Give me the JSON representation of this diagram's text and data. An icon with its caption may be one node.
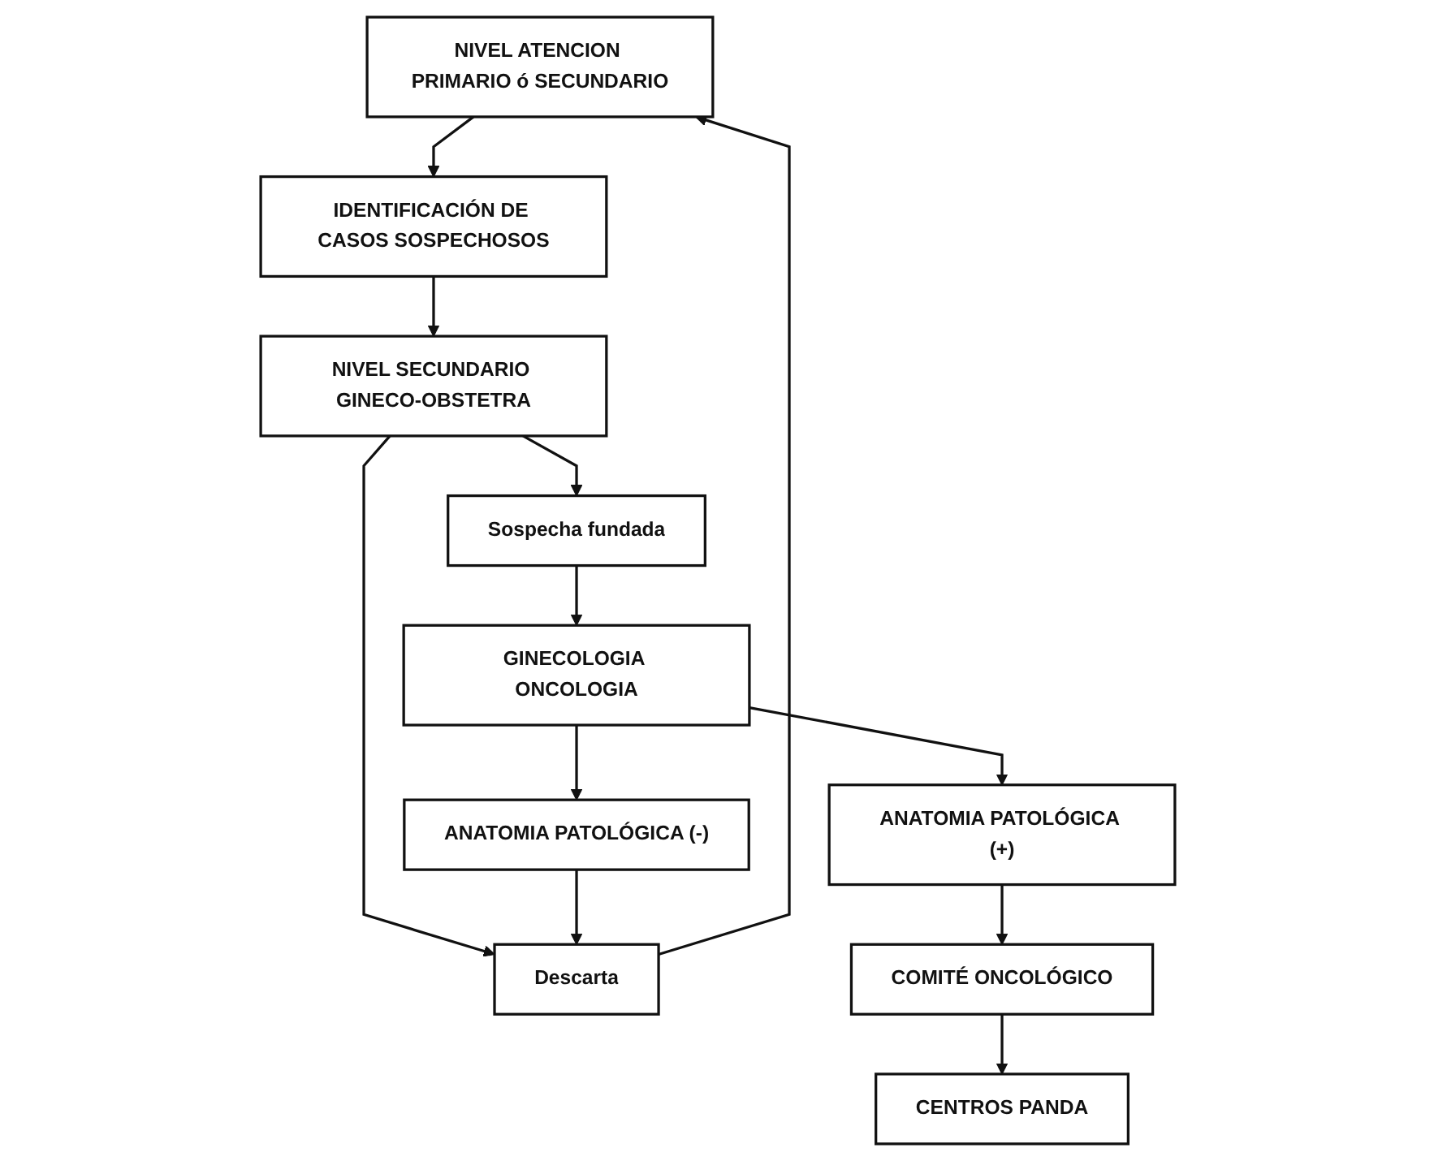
{
  "diagram": {
    "nodes": [
      {
        "text": [
          "NIVEL ATENCION PRIMARIO ó SECUNDARIO"
        ]
      },
      {
        "text": [
          "IDENTIFICACIÓN DE CASOS SOSPECHOSOS"
        ]
      },
      {
        "text": [
          "NIVEL SECUNDARIO GINECO-OBSTETRA"
        ]
      },
      {
        "text": [
          "Descarta"
        ]
      },
      {
        "text": [
          "Sospecha fundada"
        ]
      },
      {
        "text": [
          "GINECOLOGIA ONCOLOGIA"
        ]
      },
      {
        "text": [
          "ANATOMIA PATOLÓGICA (-)"
        ]
      },
      {
        "text": [
          "ANATOMIA PATOLÓGICA (+)"
        ]
      },
      {
        "text": [
          "COMITÉ ONCOLÓGICO"
        ]
      },
      {
        "text": [
          "CENTROS PANDA"
        ]
      }
    ],
    "edges": [
      {
        "from": 0,
        "to": 1,
        "arrow": "to"
      },
      {
        "from": 1,
        "to": 2,
        "arrow": "to"
      },
      {
        "from": 2,
        "to": 3,
        "arrow": "to"
      },
      {
        "from": 2,
        "to": 4,
        "arrow": "to"
      },
      {
        "from": 3,
        "to": 0,
        "arrow": "to"
      },
      {
        "from": 4,
        "to": 5,
        "arrow": "to"
      },
      {
        "from": 5,
        "to": 6,
        "arrow": "to"
      },
      {
        "from": 5,
        "to": 7,
        "arrow": "to"
      },
      {
        "from": 6,
        "to": 3,
        "arrow": "to"
      },
      {
        "from": 7,
        "to": 8,
        "arrow": "to"
      },
      {
        "from": 8,
        "to": 9,
        "arrow": "to"
      }
    ]
  }
}
